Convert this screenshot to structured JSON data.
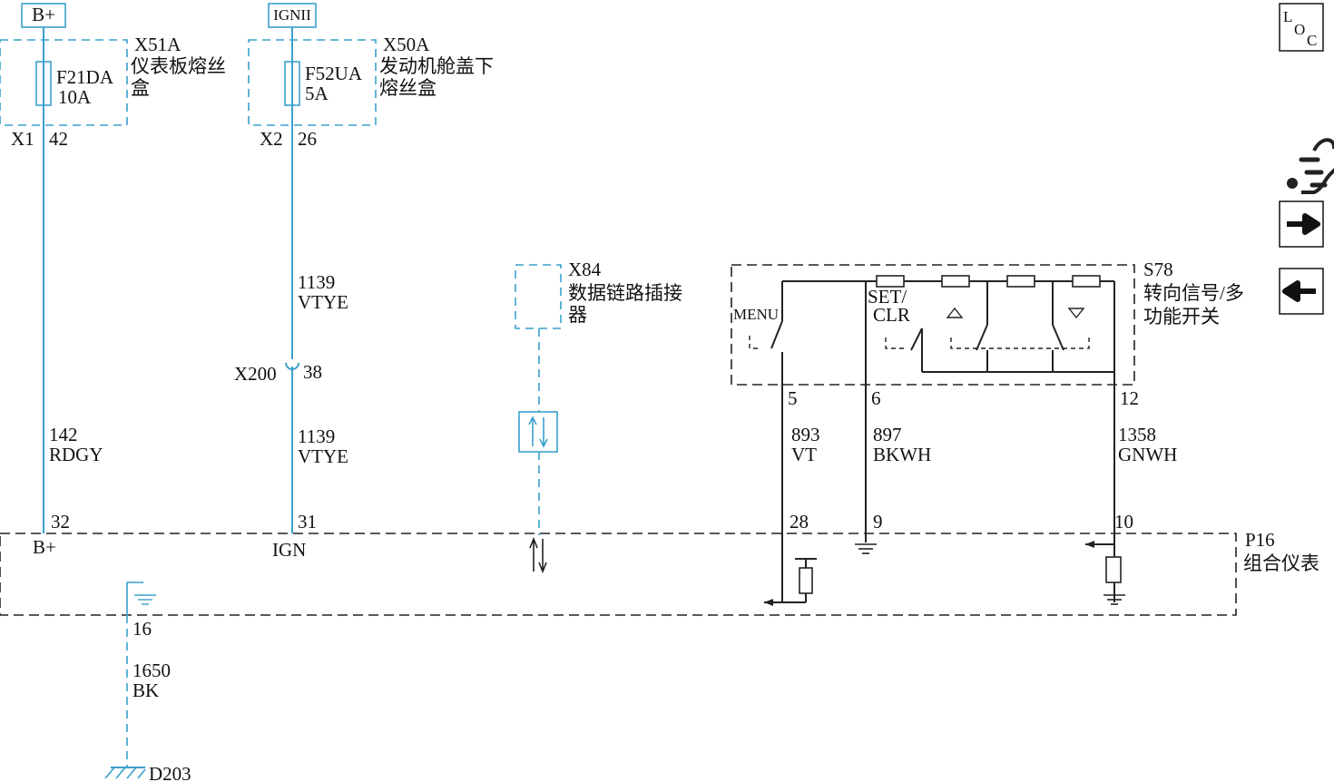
{
  "power": {
    "bplus": "B+",
    "ign": "IGNII"
  },
  "fuse_box_1": {
    "connector": "X51A",
    "name_line1": "仪表板熔丝",
    "name_line2": "盒",
    "fuse": "F21DA",
    "rating": "10A",
    "pin_conn": "X1",
    "pin": "42"
  },
  "fuse_box_2": {
    "connector": "X50A",
    "name_line1": "发动机舱盖下",
    "name_line2": "熔丝盒",
    "fuse": "F52UA",
    "rating": "5A",
    "pin_conn": "X2",
    "pin": "26"
  },
  "wires": {
    "w142": {
      "circuit": "142",
      "color": "RDGY"
    },
    "w1139a": {
      "circuit": "1139",
      "color": "VTYE"
    },
    "w1139b": {
      "circuit": "1139",
      "color": "VTYE"
    },
    "w893": {
      "circuit": "893",
      "color": "VT"
    },
    "w897": {
      "circuit": "897",
      "color": "BKWH"
    },
    "w1358": {
      "circuit": "1358",
      "color": "GNWH"
    },
    "w1650": {
      "circuit": "1650",
      "color": "BK"
    }
  },
  "inline_connector": {
    "name": "X200",
    "pin": "38"
  },
  "data_link": {
    "connector": "X84",
    "name_line1": "数据链路插接",
    "name_line2": "器"
  },
  "switch": {
    "connector": "S78",
    "name_line1": "转向信号/多",
    "name_line2": "功能开关",
    "menu": "MENU",
    "set_line1": "SET/",
    "set_line2": "CLR",
    "pin_menu": "5",
    "pin_set": "6",
    "pin_com": "12"
  },
  "cluster": {
    "connector": "P16",
    "name": "组合仪表",
    "pin_bplus": "32",
    "label_bplus": "B+",
    "pin_ign": "31",
    "label_ign": "IGN",
    "pin_menu": "28",
    "pin_set": "9",
    "pin_com": "10",
    "pin_gnd": "16"
  },
  "ground": {
    "name": "D203"
  },
  "side_icons": {
    "loc_l": "L",
    "loc_o": "O",
    "loc_c": "C",
    "icons": [
      "loc-icon",
      "car-icon",
      "arrow-right-icon",
      "arrow-left-icon"
    ]
  },
  "colors": {
    "wire_blue": "#3aa0cc",
    "line_black": "#222222"
  }
}
